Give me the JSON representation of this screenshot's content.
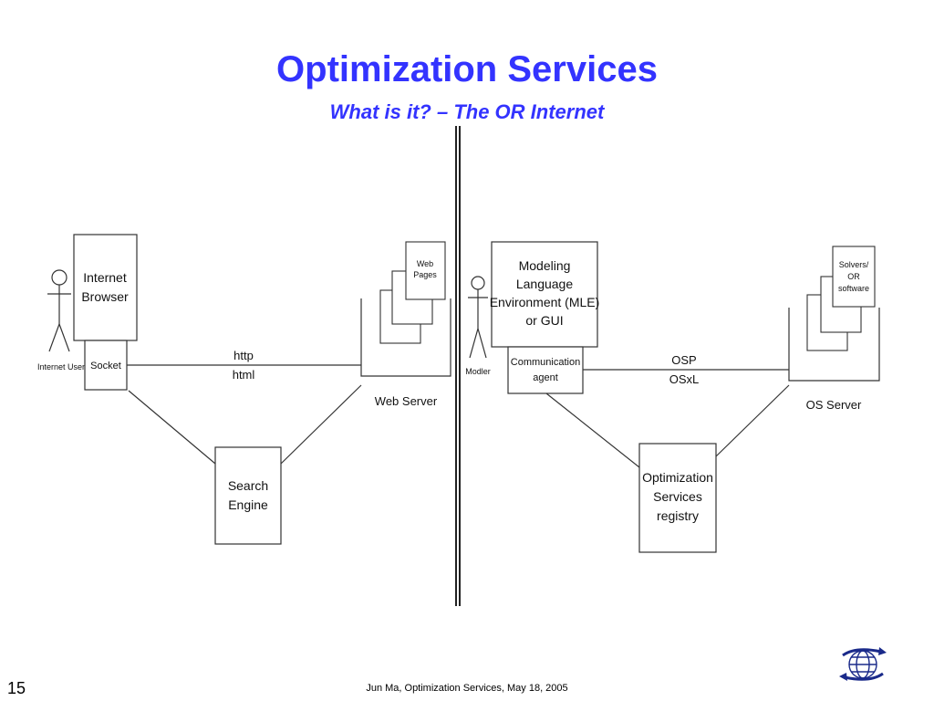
{
  "slide": {
    "title": "Optimization Services",
    "subtitle": "What is it? – The OR Internet",
    "footer": "Jun Ma, Optimization Services, May 18, 2005",
    "page_number": "15"
  },
  "left_diagram": {
    "user_label": "Internet User",
    "browser_line1": "Internet",
    "browser_line2": "Browser",
    "socket_label": "Socket",
    "link_label_top": "http",
    "link_label_bottom": "html",
    "web_pages_line1": "Web",
    "web_pages_line2": "Pages",
    "server_label": "Web Server",
    "search_line1": "Search",
    "search_line2": "Engine"
  },
  "right_diagram": {
    "user_label": "Modler",
    "mle_line1": "Modeling",
    "mle_line2": "Language",
    "mle_line3": "Environment (MLE)",
    "mle_line4": "or GUI",
    "agent_line1": "Communication",
    "agent_line2": "agent",
    "link_label_top": "OSP",
    "link_label_bottom": "OSxL",
    "solvers_line1": "Solvers/",
    "solvers_line2": "OR",
    "solvers_line3": "software",
    "server_label": "OS Server",
    "registry_line1": "Optimization",
    "registry_line2": "Services",
    "registry_line3": "registry"
  },
  "colors": {
    "title": "#3333ff",
    "lines": "#333333",
    "logo": "#1a2a8a"
  },
  "icons": {
    "logo": "globe-arrows-logo"
  }
}
